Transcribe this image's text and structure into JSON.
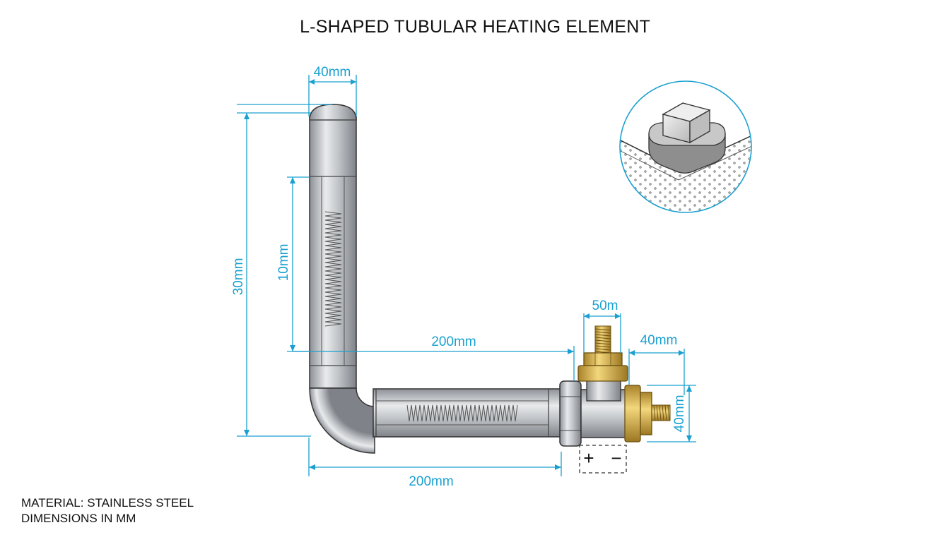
{
  "title": "L-SHAPED TUBULAR HEATING ELEMENT",
  "notes": {
    "material": "MATERIAL: STAINLESS STEEL",
    "units": "DIMENSIONS IN MM"
  },
  "dimensions": {
    "top_width": "40mm",
    "overall_height": "30mm",
    "coil_length_vertical": "10mm",
    "horizontal_inner": "200mm",
    "horizontal_overall": "200mm",
    "terminal_top": "50m",
    "terminal_side_width": "40mm",
    "terminal_side_height": "40mm"
  },
  "polarity": {
    "positive": "+",
    "negative": "−"
  },
  "colors": {
    "dimension": "#1aa0d0",
    "steel": "#b4b8bd",
    "brass": "#d9b545"
  }
}
